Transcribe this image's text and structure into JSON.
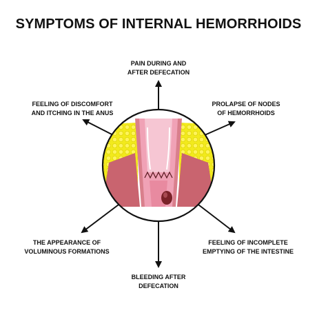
{
  "title": "SYMPTOMS OF INTERNAL HEMORRHOIDS",
  "symptoms": {
    "top": {
      "line1": "PAIN DURING AND",
      "line2": "AFTER DEFECATION"
    },
    "top_left": {
      "line1": "FEELING OF DISCOMFORT",
      "line2": "AND ITCHING IN THE ANUS"
    },
    "top_right": {
      "line1": "PROLAPSE OF NODES",
      "line2": "OF HEMORRHOIDS"
    },
    "bottom_left": {
      "line1": "THE APPEARANCE OF",
      "line2": "VOLUMINOUS FORMATIONS"
    },
    "bottom_right": {
      "line1": "FEELING OF INCOMPLETE",
      "line2": "EMPTYING OF THE INTESTINE"
    },
    "bottom": {
      "line1": "BLEEDING AFTER",
      "line2": "DEFECATION"
    }
  },
  "colors": {
    "text": "#111111",
    "arrow": "#111111",
    "fat": "#f2ea1c",
    "muscle": "#c9646f",
    "mucosa": "#f0a2b6",
    "lumen": "#f6c6d3",
    "node": "#7a2228"
  }
}
